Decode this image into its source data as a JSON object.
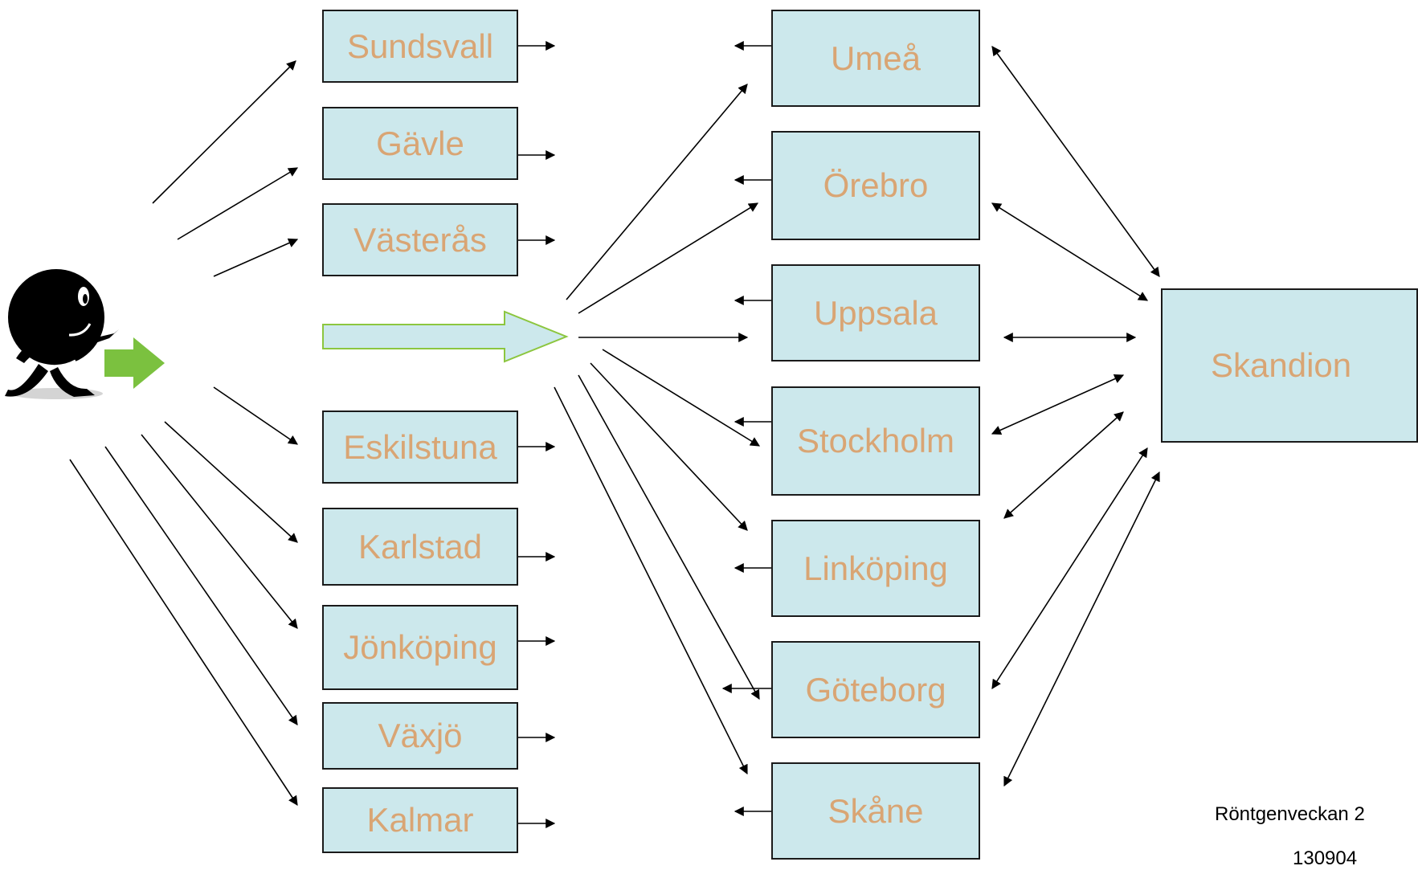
{
  "colors": {
    "box_fill": "#cce8ec",
    "box_border": "#1a1a1a",
    "label_text": "#d9a574",
    "green_arrow": "#7bc13f",
    "outline_arrow_border": "#8cc63f",
    "arrow_line": "#000000"
  },
  "figure": {
    "icon": "running-man-pointing-icon"
  },
  "regional_nodes": [
    {
      "label": "Sundsvall"
    },
    {
      "label": "Gävle"
    },
    {
      "label": "Västerås"
    },
    {
      "label": "Eskilstuna"
    },
    {
      "label": "Karlstad"
    },
    {
      "label": "Jönköping"
    },
    {
      "label": "Växjö"
    },
    {
      "label": "Kalmar"
    }
  ],
  "university_nodes": [
    {
      "label": "Umeå"
    },
    {
      "label": "Örebro"
    },
    {
      "label": "Uppsala"
    },
    {
      "label": "Stockholm"
    },
    {
      "label": "Linköping"
    },
    {
      "label": "Göteborg"
    },
    {
      "label": "Skåne"
    }
  ],
  "center_node": {
    "label": "Skandion"
  },
  "footer": {
    "line1": "Röntgenveckan 2",
    "line2": "130904"
  }
}
